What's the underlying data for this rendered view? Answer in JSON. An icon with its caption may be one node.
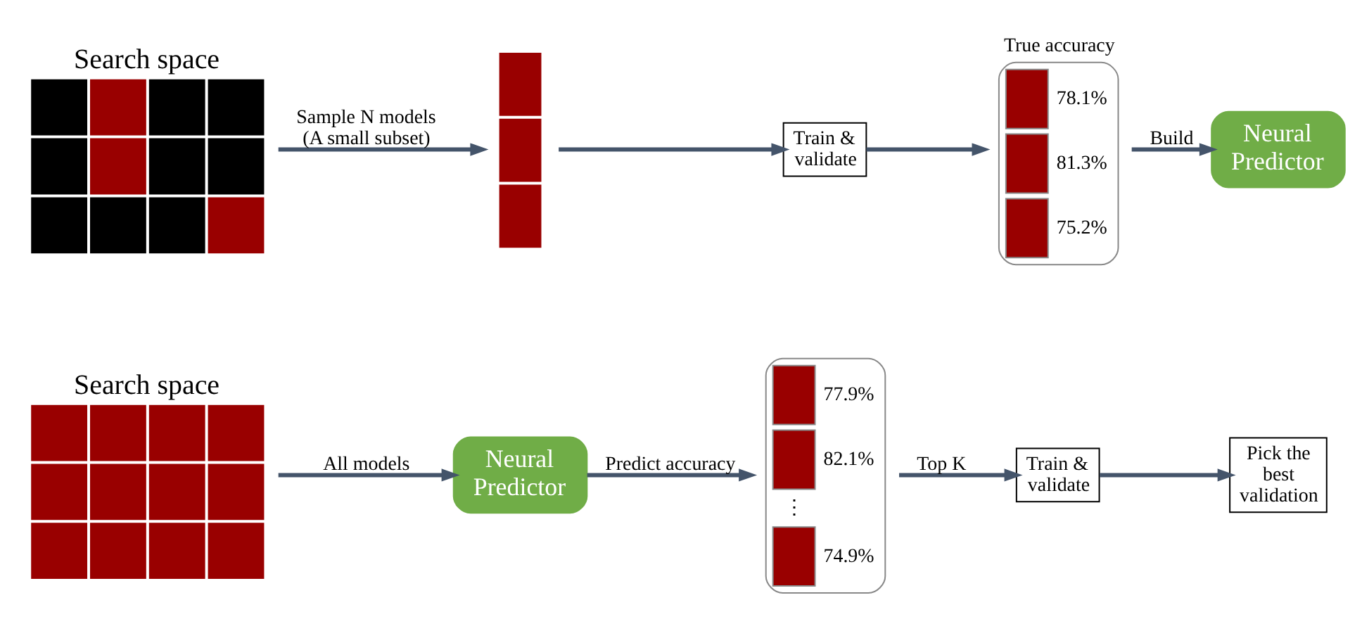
{
  "diagram": {
    "nodes": [
      {
        "text": [
          "Search space"
        ]
      },
      {
        "text": [],
        "shape": "bar"
      },
      {
        "text": [
          "Train & validate"
        ]
      },
      {
        "text": [
          "True accuracy",
          "78.1%",
          "81.3%",
          "75.2%"
        ]
      },
      {
        "text": [
          "Neural Predictor"
        ]
      },
      {
        "text": [
          "Search space"
        ]
      },
      {
        "text": [
          "Neural Predictor"
        ]
      },
      {
        "text": [
          "77.9%",
          "82.1%",
          "⋮",
          "74.9%"
        ]
      },
      {
        "text": [
          "Train & validate"
        ]
      },
      {
        "text": [
          "Pick the best validation"
        ]
      }
    ],
    "edges": [
      {
        "from": 0,
        "to": 1,
        "arrow": "to",
        "label": "Sample N models (A small subset)"
      },
      {
        "from": 1,
        "to": 2,
        "arrow": "to"
      },
      {
        "from": 2,
        "to": 3,
        "arrow": "to"
      },
      {
        "from": 3,
        "to": 4,
        "arrow": "to",
        "label": "Build"
      },
      {
        "from": 5,
        "to": 6,
        "arrow": "to",
        "label": "All models"
      },
      {
        "from": 6,
        "to": 7,
        "arrow": "to",
        "label": "Predict accuracy"
      },
      {
        "from": 7,
        "to": 8,
        "arrow": "to",
        "label": "Top K"
      },
      {
        "from": 8,
        "to": 9,
        "arrow": "to"
      }
    ]
  }
}
